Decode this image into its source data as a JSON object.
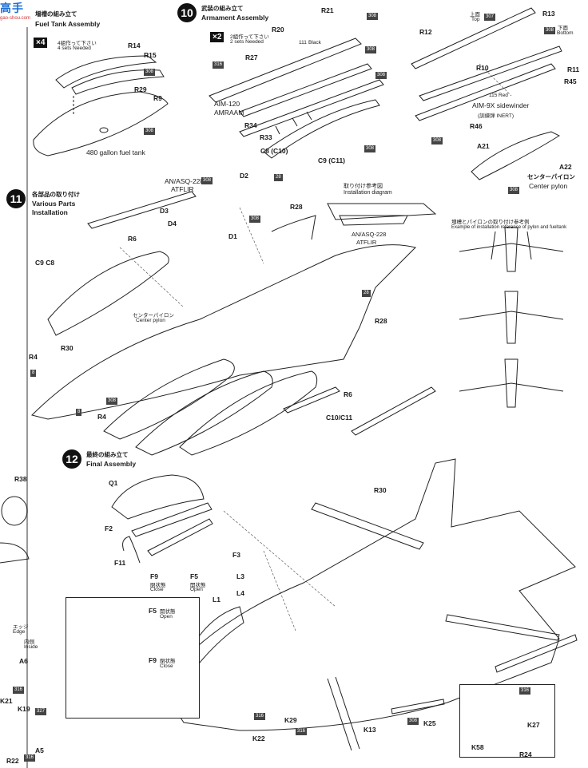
{
  "watermark": {
    "chars": "高手",
    "url": "gao-shou.com"
  },
  "step9": {
    "jp": "増槽の組み立て",
    "en": "Fuel Tank Assembly",
    "multiplier": "×4",
    "note_jp": "4組作って下さい",
    "note_en": "4 sets Needed",
    "tank_label": "480 gallon fuel tank",
    "parts": [
      "R14",
      "R15",
      "R29",
      "R9"
    ],
    "paint": [
      "308",
      "308"
    ]
  },
  "step10": {
    "num": "10",
    "jp": "武装の組み立て",
    "en": "Armament Assembly",
    "multiplier": "×2",
    "note_jp": "2組作って下さい",
    "note_en": "2 sets Needed",
    "parts": [
      "R20",
      "R21",
      "R27",
      "R34",
      "R33",
      "C8 (C10)",
      "C9 (C11)",
      "R12",
      "R13",
      "R10",
      "R11",
      "R45",
      "R46",
      "A21",
      "A22"
    ],
    "paint": [
      "308",
      "316",
      "308",
      "308",
      "308",
      "307",
      "308",
      "308",
      "308"
    ],
    "amraam": "AIM-120\nAMRAAM",
    "aim120_1": "AIM-120",
    "aim120_2": "AMRAAM",
    "sidewinder": "AIM-9X sidewinder",
    "inert": "(訓練弾 INERT)",
    "top_jp": "上面",
    "top_en": "Top",
    "bottom_jp": "下面",
    "bottom_en": "Bottom",
    "black": "Black",
    "red": "Red",
    "pylon_jp": "センターパイロン",
    "pylon_en": "Center pylon",
    "black_code": "111",
    "red_code": "115"
  },
  "step11": {
    "num": "11",
    "jp": "各部品の取り付け",
    "en1": "Various Parts",
    "en2": "Installation",
    "parts": [
      "D2",
      "D3",
      "D4",
      "D1",
      "R28",
      "R6",
      "C9 C8",
      "R30",
      "R4",
      "R4",
      "R28",
      "R6",
      "C10/C11"
    ],
    "atflir": "AN/ASQ-228",
    "atflir2": "ATFLIR",
    "diagram_jp": "取り付け参考図",
    "diagram_en": "Installation diagram",
    "center_pylon_jp": "センターパイロン",
    "center_pylon_en": "Center pylon",
    "ref_jp": "増槽とパイロンの取り付け参考例",
    "ref_en": "Example of installation reference of pylon and fueltank",
    "paint": [
      "308",
      "308",
      "28",
      "28",
      "308",
      "8",
      "8",
      "308"
    ]
  },
  "step12": {
    "num": "12",
    "jp": "最終の組み立て",
    "en": "Final Assembly",
    "parts": [
      "Q1",
      "F2",
      "F11",
      "F9",
      "F5",
      "F3",
      "L3",
      "L4",
      "L1",
      "R30",
      "K29",
      "K13",
      "K25",
      "K22",
      "K27",
      "K58",
      "R24",
      "A6",
      "K21",
      "K19",
      "A5",
      "R22",
      "R38"
    ],
    "close_jp": "閉状態",
    "close_en": "Close",
    "open_jp": "開状態",
    "open_en": "Open",
    "inset_f5": "F5",
    "inset_f5_jp": "開状態",
    "inset_f5_en": "Open",
    "inset_f9": "F9",
    "inset_f9_jp": "閉状態",
    "inset_f9_en": "Close",
    "edge_jp": "エッジ",
    "edge_en": "Edge",
    "inside_jp": "内側",
    "inside_en": "Inside",
    "paint": [
      "316",
      "316",
      "316",
      "327",
      "316",
      "308",
      "316",
      "316",
      "308"
    ]
  }
}
